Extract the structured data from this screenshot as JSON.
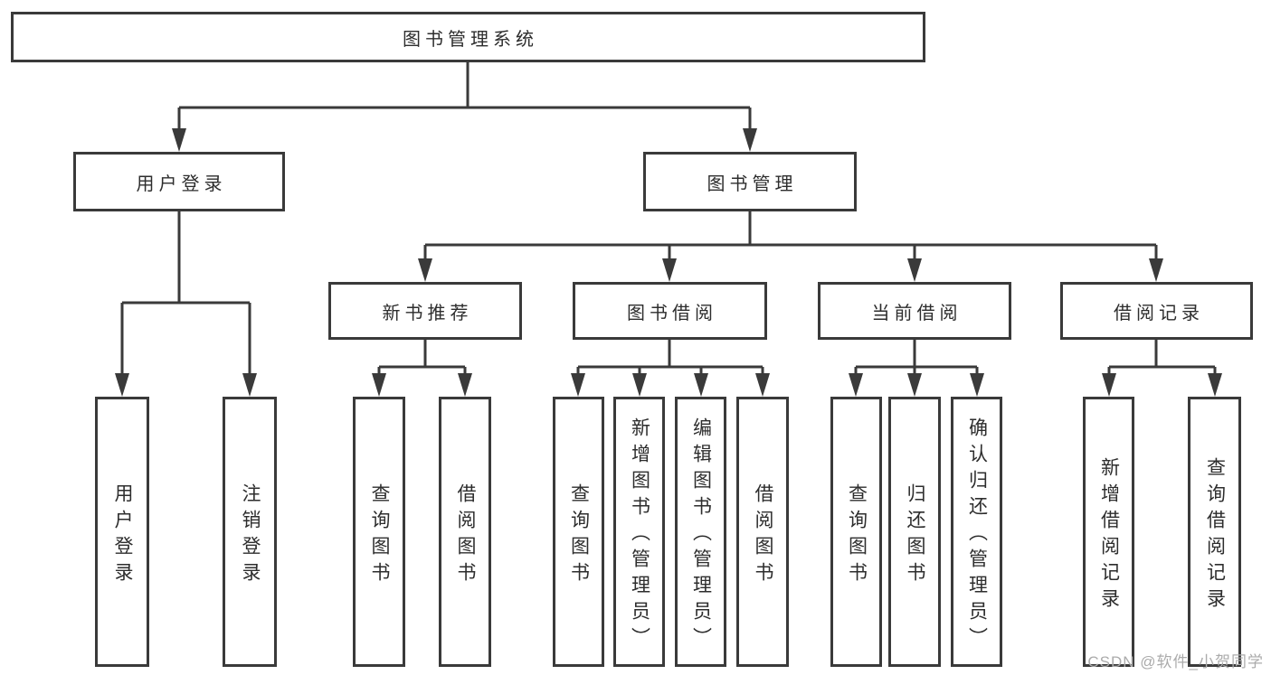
{
  "diagram_title": "图书管理系统",
  "colors": {
    "line": "#3a3a3a",
    "text": "#2d2d2d",
    "background": "#ffffff",
    "watermark": "#ababab"
  },
  "tree": {
    "root": {
      "label": "图书管理系统"
    },
    "children": [
      {
        "label": "用户登录",
        "children": [
          {
            "label": "用户登录"
          },
          {
            "label": "注销登录"
          }
        ]
      },
      {
        "label": "图书管理",
        "children": [
          {
            "label": "新书推荐",
            "children": [
              {
                "label": "查询图书"
              },
              {
                "label": "借阅图书"
              }
            ]
          },
          {
            "label": "图书借阅",
            "children": [
              {
                "label": "查询图书"
              },
              {
                "label": "新增图书（管理员）"
              },
              {
                "label": "编辑图书（管理员）"
              },
              {
                "label": "借阅图书"
              }
            ]
          },
          {
            "label": "当前借阅",
            "children": [
              {
                "label": "查询图书"
              },
              {
                "label": "归还图书"
              },
              {
                "label": "确认归还（管理员）"
              }
            ]
          },
          {
            "label": "借阅记录",
            "children": [
              {
                "label": "新增借阅记录"
              },
              {
                "label": "查询借阅记录"
              }
            ]
          }
        ]
      }
    ]
  },
  "watermark": {
    "text": "CSDN @软件_小贺同学"
  }
}
